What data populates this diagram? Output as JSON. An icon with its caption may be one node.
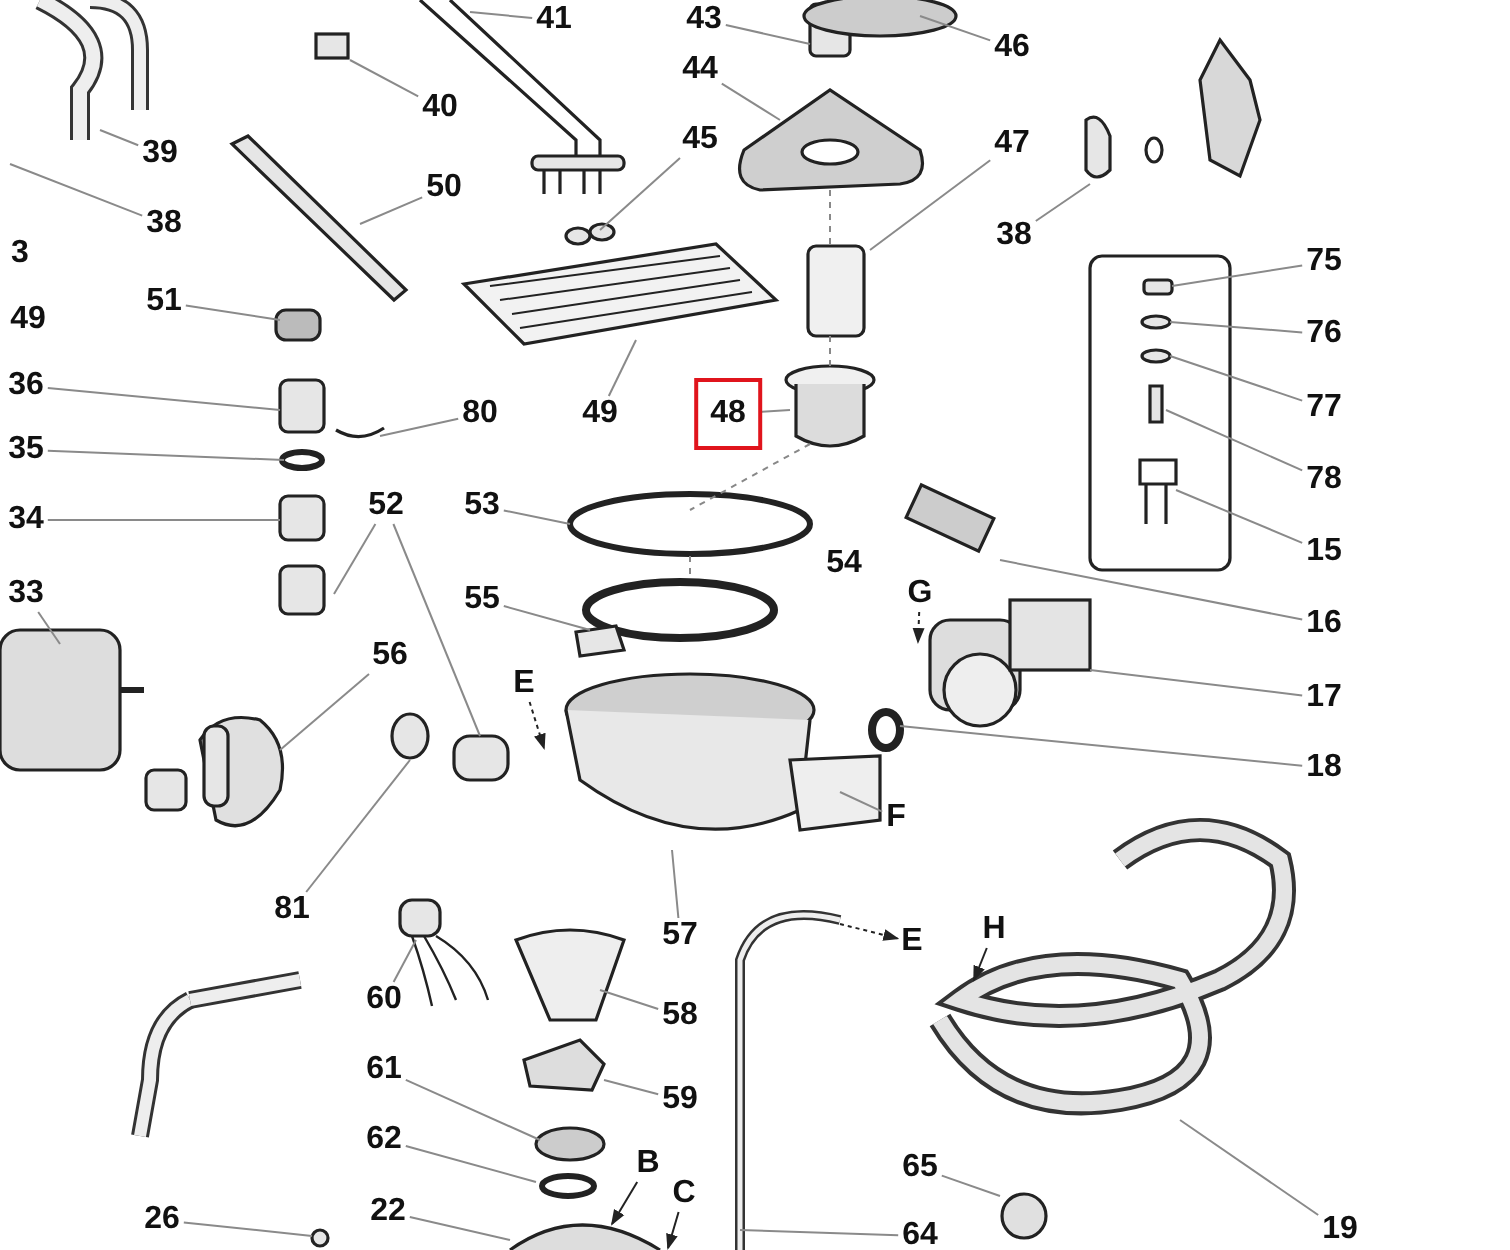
{
  "diagram": {
    "nodes": [
      {
        "text": [
          "41"
        ]
      },
      {
        "text": [
          "43"
        ]
      },
      {
        "text": [
          "46"
        ]
      },
      {
        "text": [
          "40"
        ]
      },
      {
        "text": [
          "39"
        ]
      },
      {
        "text": [
          "38"
        ]
      },
      {
        "text": [
          "3"
        ]
      },
      {
        "text": [
          "49"
        ]
      },
      {
        "text": [
          "50"
        ]
      },
      {
        "text": [
          "44"
        ]
      },
      {
        "text": [
          "45"
        ]
      },
      {
        "text": [
          "47"
        ]
      },
      {
        "text": [
          "38"
        ]
      },
      {
        "text": [
          "51"
        ]
      },
      {
        "text": [
          "36"
        ]
      },
      {
        "text": [
          "80"
        ]
      },
      {
        "text": [
          "49"
        ]
      },
      {
        "text": [
          "48"
        ]
      },
      {
        "text": [
          "35"
        ]
      },
      {
        "text": [
          "34"
        ]
      },
      {
        "text": [
          "52"
        ]
      },
      {
        "text": [
          "53"
        ]
      },
      {
        "text": [
          "75"
        ]
      },
      {
        "text": [
          "76"
        ]
      },
      {
        "text": [
          "77"
        ]
      },
      {
        "text": [
          "78"
        ]
      },
      {
        "text": [
          "15"
        ]
      },
      {
        "text": [
          "54"
        ]
      },
      {
        "text": [
          "16"
        ]
      },
      {
        "text": [
          "33"
        ]
      },
      {
        "text": [
          "55"
        ]
      },
      {
        "text": [
          "56"
        ]
      },
      {
        "text": [
          "G"
        ]
      },
      {
        "text": [
          "E"
        ]
      },
      {
        "text": [
          "17"
        ]
      },
      {
        "text": [
          "18"
        ]
      },
      {
        "text": [
          "F"
        ]
      },
      {
        "text": [
          "81"
        ]
      },
      {
        "text": [
          "57"
        ]
      },
      {
        "text": [
          "E"
        ]
      },
      {
        "text": [
          "H"
        ]
      },
      {
        "text": [
          "60"
        ]
      },
      {
        "text": [
          "58"
        ]
      },
      {
        "text": [
          "59"
        ]
      },
      {
        "text": [
          "61"
        ]
      },
      {
        "text": [
          "62"
        ]
      },
      {
        "text": [
          "19"
        ]
      },
      {
        "text": [
          "65"
        ]
      },
      {
        "text": [
          "64"
        ]
      },
      {
        "text": [
          "26"
        ]
      },
      {
        "text": [
          "22"
        ]
      },
      {
        "text": [
          "B"
        ]
      },
      {
        "text": [
          "C"
        ]
      }
    ],
    "edges": [
      {
        "from": 0,
        "to": null,
        "arrow": "none"
      },
      {
        "from": 1,
        "to": null,
        "arrow": "none"
      },
      {
        "from": 2,
        "to": null,
        "arrow": "none"
      },
      {
        "from": 3,
        "to": null,
        "arrow": "none"
      },
      {
        "from": 4,
        "to": null,
        "arrow": "none"
      },
      {
        "from": 5,
        "to": null,
        "arrow": "none"
      },
      {
        "from": 8,
        "to": null,
        "arrow": "none"
      },
      {
        "from": 9,
        "to": null,
        "arrow": "none"
      },
      {
        "from": 10,
        "to": null,
        "arrow": "none"
      },
      {
        "from": 11,
        "to": null,
        "arrow": "none"
      },
      {
        "from": 12,
        "to": null,
        "arrow": "none"
      },
      {
        "from": 13,
        "to": null,
        "arrow": "none"
      },
      {
        "from": 14,
        "to": null,
        "arrow": "none"
      },
      {
        "from": 15,
        "to": null,
        "arrow": "none"
      },
      {
        "from": 16,
        "to": null,
        "arrow": "none"
      },
      {
        "from": 17,
        "to": null,
        "arrow": "none"
      },
      {
        "from": 18,
        "to": null,
        "arrow": "none"
      },
      {
        "from": 19,
        "to": null,
        "arrow": "none"
      },
      {
        "from": 20,
        "to": null,
        "arrow": "none"
      },
      {
        "from": 20,
        "to": null,
        "arrow": "none"
      },
      {
        "from": 21,
        "to": null,
        "arrow": "none"
      },
      {
        "from": 22,
        "to": null,
        "arrow": "none"
      },
      {
        "from": 23,
        "to": null,
        "arrow": "none"
      },
      {
        "from": 24,
        "to": null,
        "arrow": "none"
      },
      {
        "from": 25,
        "to": null,
        "arrow": "none"
      },
      {
        "from": 26,
        "to": null,
        "arrow": "none"
      },
      {
        "from": 28,
        "to": null,
        "arrow": "none"
      },
      {
        "from": 29,
        "to": null,
        "arrow": "none"
      },
      {
        "from": 30,
        "to": null,
        "arrow": "none"
      },
      {
        "from": 31,
        "to": null,
        "arrow": "none"
      },
      {
        "from": 32,
        "to": null,
        "arrow": "to",
        "style": "dashed",
        "color": "#222222"
      },
      {
        "from": 33,
        "to": null,
        "arrow": "to",
        "style": "dashed",
        "color": "#222222"
      },
      {
        "from": 34,
        "to": null,
        "arrow": "none"
      },
      {
        "from": 35,
        "to": null,
        "arrow": "none"
      },
      {
        "from": 36,
        "to": null,
        "arrow": "none"
      },
      {
        "from": 37,
        "to": null,
        "arrow": "none"
      },
      {
        "from": 38,
        "to": null,
        "arrow": "none"
      },
      {
        "from": null,
        "to": 39,
        "arrow": "to",
        "style": "dashed",
        "color": "#222222"
      },
      {
        "from": 40,
        "to": null,
        "arrow": "to",
        "color": "#222222"
      },
      {
        "from": 41,
        "to": null,
        "arrow": "none"
      },
      {
        "from": 42,
        "to": null,
        "arrow": "none"
      },
      {
        "from": 43,
        "to": null,
        "arrow": "none"
      },
      {
        "from": 44,
        "to": null,
        "arrow": "none"
      },
      {
        "from": 45,
        "to": null,
        "arrow": "none"
      },
      {
        "from": 46,
        "to": null,
        "arrow": "none"
      },
      {
        "from": 47,
        "to": null,
        "arrow": "none"
      },
      {
        "from": 48,
        "to": null,
        "arrow": "none"
      },
      {
        "from": 49,
        "to": null,
        "arrow": "none"
      },
      {
        "from": 50,
        "to": null,
        "arrow": "none"
      },
      {
        "from": 51,
        "to": null,
        "arrow": "to",
        "color": "#222222"
      },
      {
        "from": 52,
        "to": null,
        "arrow": "to",
        "color": "#222222"
      }
    ]
  }
}
